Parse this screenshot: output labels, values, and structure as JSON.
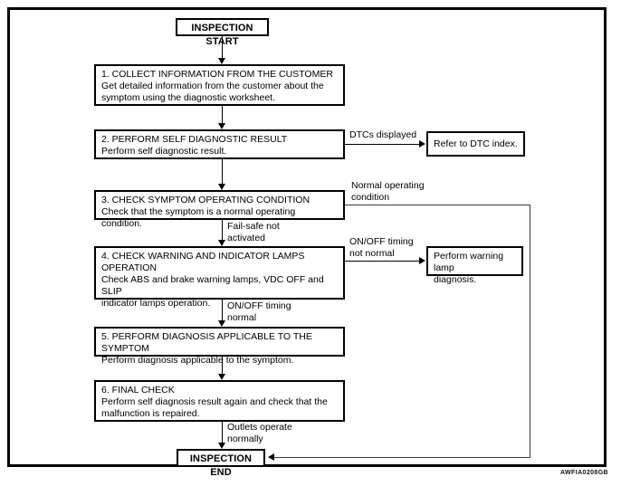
{
  "diagram": {
    "kind": "flowchart",
    "title": "Inspection Flow Chart",
    "watermark": "AWFIA0208GB",
    "frame_color": "#000000",
    "background_color": "#ffffff"
  },
  "nodes": {
    "start": {
      "label": "INSPECTION START"
    },
    "step1": {
      "title": "1. COLLECT INFORMATION FROM THE CUSTOMER",
      "body": "Get detailed information from the customer about the\nsymptom using the diagnostic worksheet."
    },
    "step2": {
      "title": "2. PERFORM SELF DIAGNOSTIC RESULT",
      "body": "Perform self diagnostic result."
    },
    "dtc_index": {
      "label": "Refer to DTC index."
    },
    "step3": {
      "title": "3. CHECK SYMPTOM OPERATING CONDITION",
      "body": " Check that the symptom is a normal operating condition."
    },
    "step4": {
      "title": "4. CHECK WARNING AND INDICATOR LAMPS\nOPERATION",
      "body": "Check ABS and brake warning lamps, VDC OFF and SLIP\nindicator lamps operation."
    },
    "warning_lamp": {
      "label": "Perform warning lamp\ndiagnosis."
    },
    "step5": {
      "title": "5. PERFORM DIAGNOSIS APPLICABLE TO THE SYMPTOM",
      "body": "Perform diagnosis applicable to the symptom."
    },
    "step6": {
      "title": "6. FINAL CHECK",
      "body": "Perform self diagnosis result again and check that the\nmalfunction is repaired."
    },
    "end": {
      "label": "INSPECTION END"
    }
  },
  "edge_labels": {
    "dtcs_displayed": "DTCs displayed",
    "normal_operating_condition": "Normal operating\ncondition",
    "fail_safe_not_activated": "Fail-safe not\nactivated",
    "onoff_timing_not_normal": "ON/OFF timing\nnot normal",
    "onoff_timing_normal": "ON/OFF timing\nnormal",
    "outlets_operate_normally": "Outlets operate\nnormally"
  }
}
